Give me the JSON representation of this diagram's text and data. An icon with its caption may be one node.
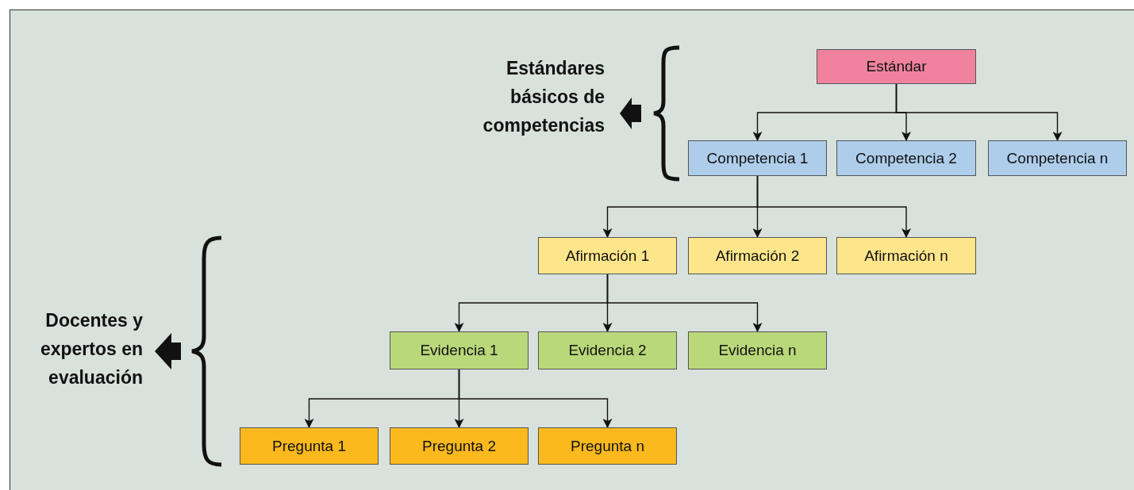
{
  "diagram": {
    "nodes": [
      {
        "text": [
          "Estándar"
        ]
      },
      {
        "text": [
          "Competencia 1"
        ]
      },
      {
        "text": [
          "Competencia 2"
        ]
      },
      {
        "text": [
          "Competencia n"
        ]
      },
      {
        "text": [
          "Afirmación 1"
        ]
      },
      {
        "text": [
          "Afirmación 2"
        ]
      },
      {
        "text": [
          "Afirmación n"
        ]
      },
      {
        "text": [
          "Evidencia 1"
        ]
      },
      {
        "text": [
          "Evidencia 2"
        ]
      },
      {
        "text": [
          "Evidencia n"
        ]
      },
      {
        "text": [
          "Pregunta 1"
        ]
      },
      {
        "text": [
          "Pregunta 2"
        ]
      },
      {
        "text": [
          "Pregunta n"
        ]
      }
    ],
    "edges": [
      {
        "from": 0,
        "to": 1,
        "arrow": "to"
      },
      {
        "from": 0,
        "to": 2,
        "arrow": "to"
      },
      {
        "from": 0,
        "to": 3,
        "arrow": "to"
      },
      {
        "from": 1,
        "to": 4,
        "arrow": "to"
      },
      {
        "from": 1,
        "to": 5,
        "arrow": "to"
      },
      {
        "from": 1,
        "to": 6,
        "arrow": "to"
      },
      {
        "from": 4,
        "to": 7,
        "arrow": "to"
      },
      {
        "from": 4,
        "to": 8,
        "arrow": "to"
      },
      {
        "from": 4,
        "to": 9,
        "arrow": "to"
      },
      {
        "from": 7,
        "to": 10,
        "arrow": "to"
      },
      {
        "from": 7,
        "to": 11,
        "arrow": "to"
      },
      {
        "from": 7,
        "to": 12,
        "arrow": "to"
      }
    ],
    "labels": [
      "Estándares básicos de competencias",
      "Docentes y expertos en evaluación"
    ]
  }
}
